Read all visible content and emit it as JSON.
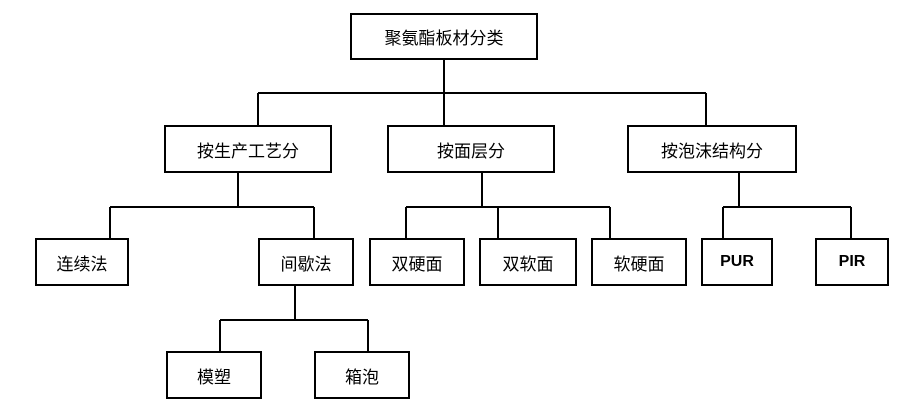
{
  "diagram": {
    "root": "聚氨酯板材分类",
    "by_process": {
      "label": "按生产工艺分",
      "continuous": "连续法",
      "intermittent": {
        "label": "间歇法",
        "molding": "模塑",
        "box_foam": "箱泡"
      }
    },
    "by_facing": {
      "label": "按面层分",
      "double_hard": "双硬面",
      "double_soft": "双软面",
      "soft_hard": "软硬面"
    },
    "by_foam": {
      "label": "按泡沫结构分",
      "pur": "PUR",
      "pir": "PIR"
    }
  }
}
